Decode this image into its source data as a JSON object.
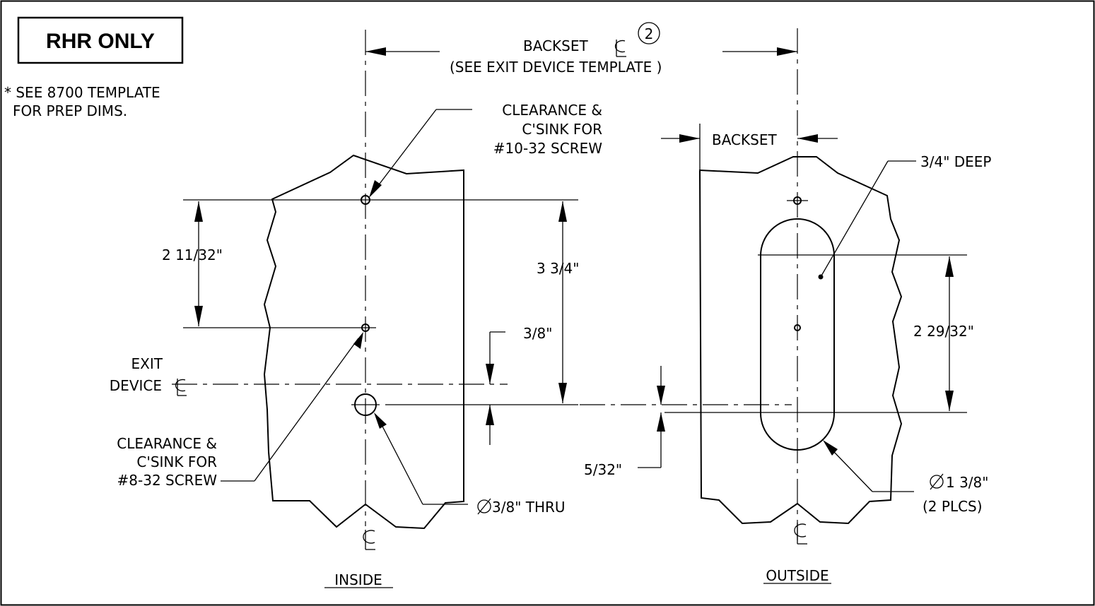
{
  "header": {
    "badge": "RHR ONLY",
    "note_line1": "* SEE 8700 TEMPLATE",
    "note_line2": "FOR PREP DIMS."
  },
  "top_dimension": {
    "label": "BACKSET",
    "callout_number": "2",
    "sub_label": "(SEE EXIT DEVICE TEMPLATE )"
  },
  "inside_view": {
    "title": "INSIDE",
    "upper_hole_note": [
      "CLEARANCE &",
      "C'SINK FOR",
      "#10-32 SCREW"
    ],
    "lower_hole_note": [
      "CLEARANCE &",
      "C'SINK FOR",
      "#8-32 SCREW"
    ],
    "dim_hole_spacing": "2 11/32\"",
    "dim_top_to_thru": "3 3/4\"",
    "dim_thru_offset": "3/8\"",
    "exit_device_label": [
      "EXIT",
      "DEVICE"
    ],
    "thru_hole": "3/8\" THRU"
  },
  "outside_view": {
    "title": "OUTSIDE",
    "backset_label": "BACKSET",
    "depth_note": "3/4\" DEEP",
    "dim_slot_centers": "2 29/32\"",
    "dim_offset": "5/32\"",
    "slot_note": [
      "1 3/8\"",
      "(2 PLCS)"
    ]
  }
}
